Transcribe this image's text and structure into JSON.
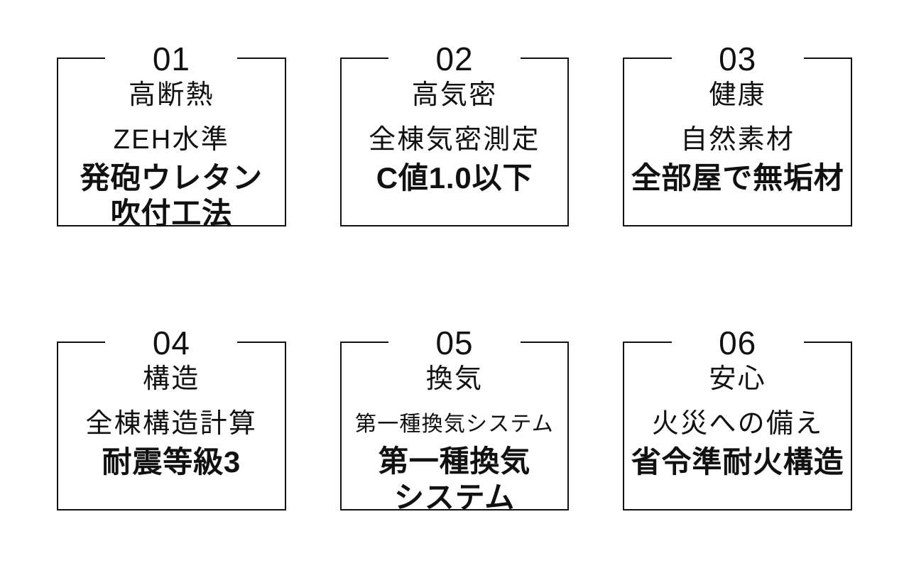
{
  "page": {
    "background_color": "#ffffff",
    "text_color": "#111111",
    "border_color": "#111111"
  },
  "cards": [
    {
      "number": "01",
      "category": "高断熱",
      "subtitle": "ZEH水準",
      "title": "発砲ウレタン\n吹付工法"
    },
    {
      "number": "02",
      "category": "高気密",
      "subtitle": "全棟気密測定",
      "title": "C値1.0以下"
    },
    {
      "number": "03",
      "category": "健康",
      "subtitle": "自然素材",
      "title": "全部屋で無垢材"
    },
    {
      "number": "04",
      "category": "構造",
      "subtitle": "全棟構造計算",
      "title": "耐震等級3"
    },
    {
      "number": "05",
      "category": "換気",
      "subtitle": "第一種換気システム",
      "title": "第一種換気\nシステム"
    },
    {
      "number": "06",
      "category": "安心",
      "subtitle": "火災への備え",
      "title": "省令準耐火構造"
    }
  ]
}
